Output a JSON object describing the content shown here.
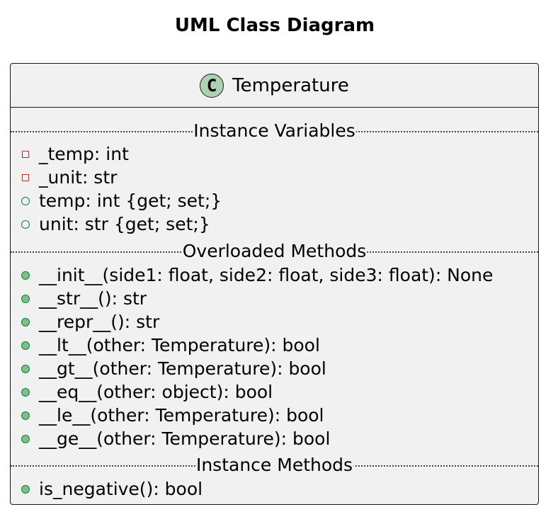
{
  "diagram": {
    "title": "UML Class Diagram"
  },
  "class": {
    "stereotype_letter": "C",
    "name": "Temperature",
    "sections": [
      {
        "label": "Instance Variables",
        "members": [
          {
            "visibility": "private",
            "kind": "field",
            "text": "_temp: int"
          },
          {
            "visibility": "private",
            "kind": "field",
            "text": "_unit: str"
          },
          {
            "visibility": "public",
            "kind": "field",
            "text": "temp: int {get; set;}"
          },
          {
            "visibility": "public",
            "kind": "field",
            "text": "unit: str {get; set;}"
          }
        ]
      },
      {
        "label": "Overloaded Methods",
        "members": [
          {
            "visibility": "public",
            "kind": "method",
            "text": "__init__(side1: float, side2: float, side3: float): None"
          },
          {
            "visibility": "public",
            "kind": "method",
            "text": "__str__(): str"
          },
          {
            "visibility": "public",
            "kind": "method",
            "text": "__repr__(): str"
          },
          {
            "visibility": "public",
            "kind": "method",
            "text": "__lt__(other: Temperature): bool"
          },
          {
            "visibility": "public",
            "kind": "method",
            "text": "__gt__(other: Temperature): bool"
          },
          {
            "visibility": "public",
            "kind": "method",
            "text": "__eq__(other: object): bool"
          },
          {
            "visibility": "public",
            "kind": "method",
            "text": "__le__(other: Temperature): bool"
          },
          {
            "visibility": "public",
            "kind": "method",
            "text": "__ge__(other: Temperature): bool"
          }
        ]
      },
      {
        "label": "Instance Methods",
        "members": [
          {
            "visibility": "public",
            "kind": "method",
            "text": "is_negative(): bool"
          }
        ]
      }
    ]
  },
  "colors": {
    "class_fill": "#f1f1f1",
    "class_border": "#181818",
    "stereotype_fill": "#add1b2",
    "private_marker": "#c82930",
    "public_marker": "#038048",
    "method_marker_fill": "#84be84"
  }
}
